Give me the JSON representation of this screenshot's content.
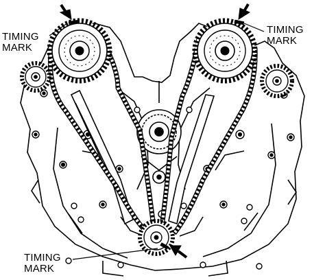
{
  "labels": {
    "top_left": {
      "line1": "TIMING",
      "line2": "MARK"
    },
    "top_right": {
      "line1": "TIMING",
      "line2": "MARK"
    },
    "bottom_left": {
      "line1": "TIMING",
      "line2": "MARK"
    }
  },
  "colors": {
    "ink": "#000000",
    "paper": "#ffffff"
  }
}
